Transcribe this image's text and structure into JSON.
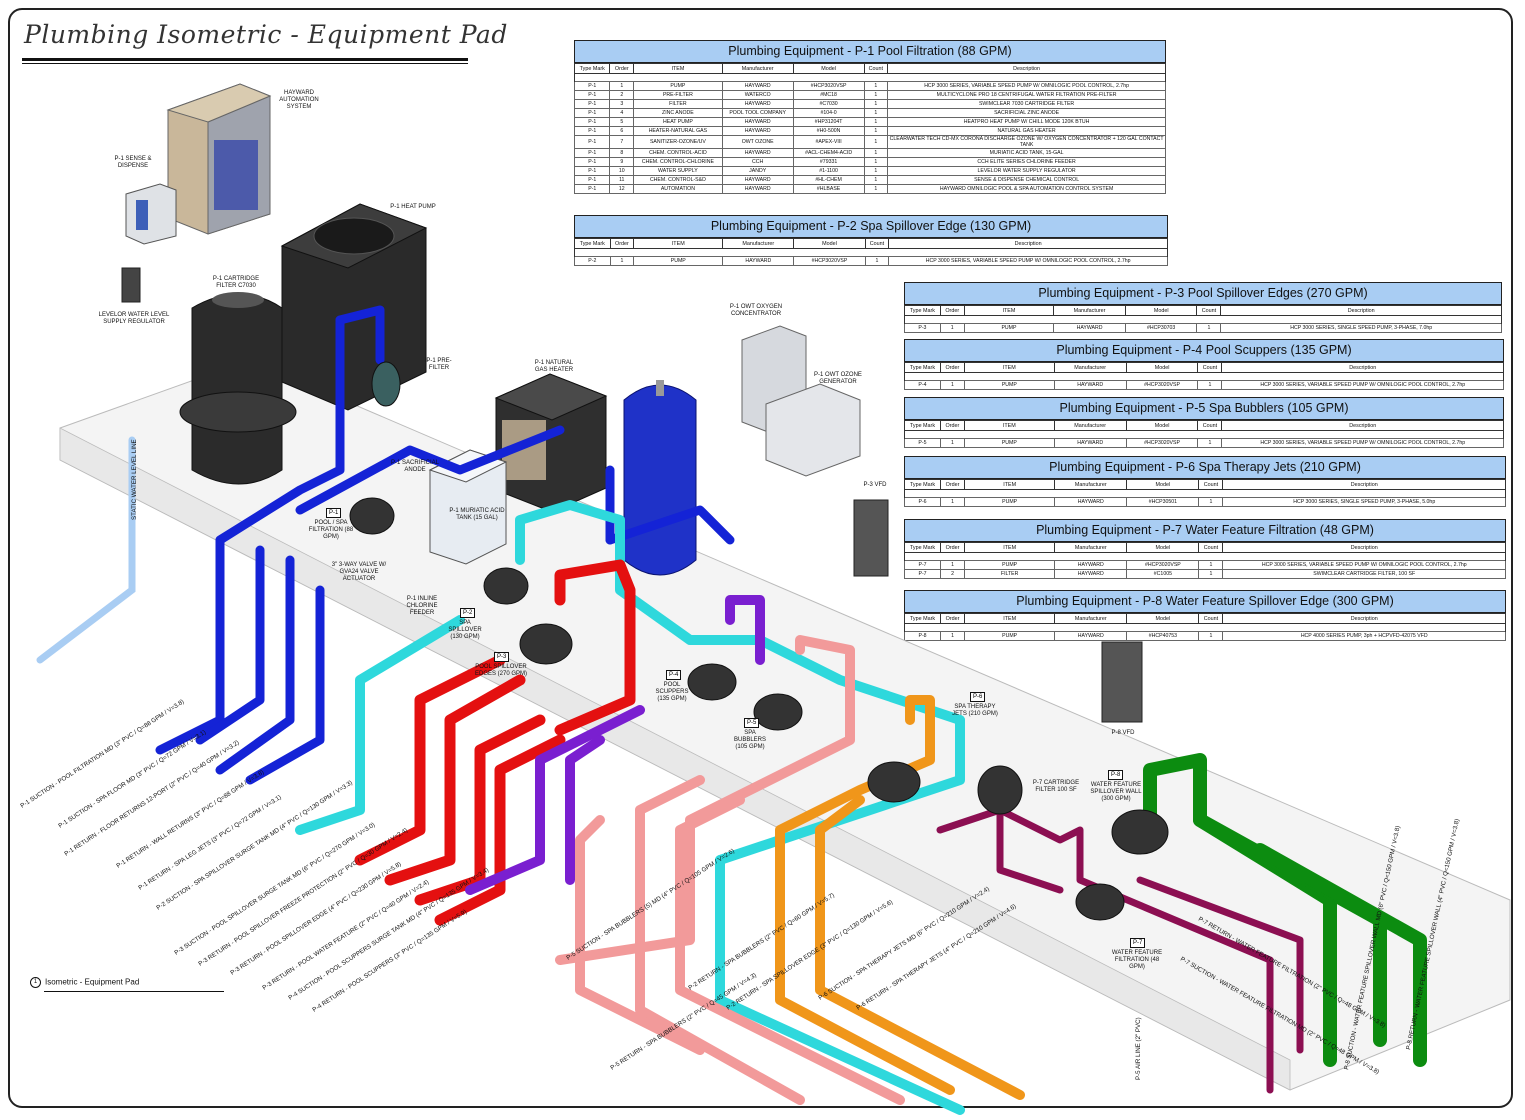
{
  "title": "Plumbing Isometric - Equipment Pad",
  "view_callout": "Isometric - Equipment Pad",
  "column_headers": [
    "Type Mark",
    "Order",
    "ITEM",
    "Manufacturer",
    "Model",
    "Count",
    "Description"
  ],
  "schedules": [
    {
      "title": "Plumbing Equipment - P-1 Pool Filtration (88 GPM)",
      "rows": [
        [
          "P-1",
          "1",
          "PUMP",
          "HAYWARD",
          "#HCP3020VSP",
          "1",
          "HCP 3000 SERIES, VARIABLE SPEED PUMP W/ OMNILOGIC POOL CONTROL, 2.7hp"
        ],
        [
          "P-1",
          "2",
          "PRE-FILTER",
          "WATERCO",
          "#MC18",
          "1",
          "MULTICYCLONE PRO 18 CENTRIFUGAL WATER FILTRATION PRE-FILTER"
        ],
        [
          "P-1",
          "3",
          "FILTER",
          "HAYWARD",
          "#C7030",
          "1",
          "SWIMCLEAR 7030 CARTRIDGE FILTER"
        ],
        [
          "P-1",
          "4",
          "ZINC ANODE",
          "POOL TOOL COMPANY",
          "#104-0",
          "1",
          "SACRIFICIAL ZINC ANODE"
        ],
        [
          "P-1",
          "5",
          "HEAT PUMP",
          "HAYWARD",
          "#HP31204T",
          "1",
          "HEATPRO HEAT PUMP W/ CHILL MODE 120K BTUH"
        ],
        [
          "P-1",
          "6",
          "HEATER-NATURAL GAS",
          "HAYWARD",
          "#H0-500N",
          "1",
          "NATURAL GAS HEATER"
        ],
        [
          "P-1",
          "7",
          "SANITIZER-OZONE/UV",
          "OWT OZONE",
          "#APEX-VIII",
          "1",
          "CLEARWATER TECH CD-MX CORONA DISCHARGE OZONE W/ OXYGEN CONCENTRATOR + 120 GAL CONTACT TANK"
        ],
        [
          "P-1",
          "8",
          "CHEM. CONTROL-ACID",
          "HAYWARD",
          "#ACL-CHEM4-ACID",
          "1",
          "MURIATIC ACID TANK, 15-GAL"
        ],
        [
          "P-1",
          "9",
          "CHEM. CONTROL-CHLORINE",
          "CCH",
          "#79331",
          "1",
          "CCH ELITE SERIES CHLORINE FEEDER"
        ],
        [
          "P-1",
          "10",
          "WATER SUPPLY",
          "JANDY",
          "#1-1100",
          "1",
          "LEVELOR WATER SUPPLY REGULATOR"
        ],
        [
          "P-1",
          "11",
          "CHEM. CONTROL-S&D",
          "HAYWARD",
          "#HL-CHEM",
          "1",
          "SENSE & DISPENSE CHEMICAL CONTROL"
        ],
        [
          "P-1",
          "12",
          "AUTOMATION",
          "HAYWARD",
          "#HLBASE",
          "1",
          "HAYWARD OMNILOGIC POOL & SPA AUTOMATION CONTROL SYSTEM"
        ]
      ]
    },
    {
      "title": "Plumbing Equipment - P-2 Spa Spillover Edge (130 GPM)",
      "rows": [
        [
          "P-2",
          "1",
          "PUMP",
          "HAYWARD",
          "#HCP3020VSP",
          "1",
          "HCP 3000 SERIES, VARIABLE SPEED PUMP W/ OMNILOGIC POOL CONTROL, 2.7hp"
        ]
      ]
    },
    {
      "title": "Plumbing Equipment - P-3 Pool Spillover Edges (270 GPM)",
      "rows": [
        [
          "P-3",
          "1",
          "PUMP",
          "HAYWARD",
          "#HCP30703",
          "1",
          "HCP 3000 SERIES, SINGLE SPEED PUMP, 3-PHASE, 7.0hp"
        ]
      ]
    },
    {
      "title": "Plumbing Equipment - P-4 Pool Scuppers (135 GPM)",
      "rows": [
        [
          "P-4",
          "1",
          "PUMP",
          "HAYWARD",
          "#HCP3020VSP",
          "1",
          "HCP 3000 SERIES, VARIABLE SPEED PUMP W/ OMNILOGIC POOL CONTROL, 2.7hp"
        ]
      ]
    },
    {
      "title": "Plumbing Equipment - P-5 Spa Bubblers (105 GPM)",
      "rows": [
        [
          "P-5",
          "1",
          "PUMP",
          "HAYWARD",
          "#HCP3020VSP",
          "1",
          "HCP 3000 SERIES, VARIABLE SPEED PUMP W/ OMNILOGIC POOL CONTROL, 2.7hp"
        ]
      ]
    },
    {
      "title": "Plumbing Equipment - P-6 Spa Therapy Jets (210 GPM)",
      "rows": [
        [
          "P-6",
          "1",
          "PUMP",
          "HAYWARD",
          "#HCP30501",
          "1",
          "HCP 3000 SERIES, SINGLE SPEED PUMP, 3-PHASE, 5.0hp"
        ]
      ]
    },
    {
      "title": "Plumbing Equipment - P-7 Water Feature Filtration (48 GPM)",
      "rows": [
        [
          "P-7",
          "1",
          "PUMP",
          "HAYWARD",
          "#HCP3020VSP",
          "1",
          "HCP 3000 SERIES, VARIABLE SPEED PUMP W/ OMNILOGIC POOL CONTROL, 2.7hp"
        ],
        [
          "P-7",
          "2",
          "FILTER",
          "HAYWARD",
          "#C1005",
          "1",
          "SWIMCLEAR CARTRIDGE FILTER, 100 SF"
        ]
      ]
    },
    {
      "title": "Plumbing Equipment - P-8 Water Feature Spillover Edge (300 GPM)",
      "rows": [
        [
          "P-8",
          "1",
          "PUMP",
          "HAYWARD",
          "#HCP40753",
          "1",
          "HCP 4000 SERIES PUMP, 3ph + HCPVFD-42075 VFD"
        ]
      ]
    }
  ],
  "equipment_labels": {
    "automation": "HAYWARD AUTOMATION SYSTEM",
    "sense_dispense": "P-1 SENSE & DISPENSE",
    "levelor": "LEVELOR WATER LEVEL SUPPLY REGULATOR",
    "cart_filter": "P-1 CARTRIDGE FILTER C7030",
    "heat_pump": "P-1 HEAT PUMP",
    "pre_filter": "P-1 PRE-FILTER",
    "gas_heater": "P-1 NATURAL GAS HEATER",
    "oxygen": "P-1 OWT OXYGEN CONCENTRATOR",
    "ozone": "P-1 OWT OZONE GENERATOR",
    "anode": "P-1 SACRIFICIAL ANODE",
    "acid_tank": "P-1 MURIATIC ACID TANK (15 GAL)",
    "pool_spa_filt": "POOL / SPA FILTRATION (88 GPM)",
    "valve": "3\" 3-WAY VALVE W/ GVA24 VALVE ACTUATOR",
    "chlorine": "P-1 INLINE CHLORINE FEEDER",
    "spa_spill": "SPA SPILLOVER (130 GPM)",
    "pool_spill": "POOL SPILLOVER EDGES (270 GPM)",
    "scuppers": "POOL SCUPPERS (135 GPM)",
    "bubblers": "SPA BUBBLERS (105 GPM)",
    "therapy": "SPA THERAPY JETS (210 GPM)",
    "p7_filter": "P-7 CARTRIDGE FILTER 100 SF",
    "wf_spill": "WATER FEATURE SPILLOVER WALL (300 GPM)",
    "wf_filt": "WATER FEATURE FILTRATION (48 GPM)",
    "p3_vfd": "P-3 VFD",
    "p8_vfd": "P-8 VFD",
    "static": "STATIC WATER LEVEL LINE",
    "air_line": "P-5 AIR LINE (2\" PVC)"
  },
  "tags": [
    "P-1",
    "P-2",
    "P-3",
    "P-4",
    "P-5",
    "P-6",
    "P-7",
    "P-8"
  ],
  "pipe_labels": [
    "P-1 SUCTION - POOL FILTRATION MD (3\" PVC / Q=88 GPM / V=3.8)",
    "P-1 SUCTION - SPA FLOOR MD (3\" PVC / Q=72 GPM / V=3.1)",
    "P-1 RETURN - FLOOR RETURNS 12-PORT (2\" PVC / Q=40 GPM / V=3.2)",
    "P-1 RETURN - WALL RETURNS (3\" PVC / Q=88 GPM / V=3.8)",
    "P-1 RETURN - SPA LEG JETS (3\" PVC / Q=72 GPM / V=3.1)",
    "P-2 SUCTION - SPA SPILLOVER SURGE TANK MD (4\" PVC / Q=130 GPM / V=3.3)",
    "P-3 SUCTION - POOL SPILLOVER SURGE TANK MD (6\" PVC / Q=270 GPM / V=3.0)",
    "P-3 RETURN - POOL SPILLOVER FREEZE PROTECTION (2\" PVC / Q=30 GPM / V=2.4)",
    "P-3 RETURN - POOL SPILLOVER EDGE (4\" PVC / Q=230 GPM / V=5.8)",
    "P-3 RETURN - POOL WATER FEATURE (2\" PVC / Q=40 GPM / V=2.4)",
    "P-4 SUCTION - POOL SCUPPERS SURGE TANK MD (4\" PVC / Q=135 GPM / V=3.4)",
    "P-4 RETURN - POOL SCUPPERS (3\" PVC / Q=135 GPM / V=5.9)",
    "P-5 SUCTION - SPA BUBBLERS (5) MD (4\" PVC / Q=105 GPM / V=2.6)",
    "P-5 RETURN - SPA BUBBLERS (2\" PVC / Q=45 GPM / V=4.3)",
    "P-2 RETURN - SPA BUBBLERS (2\" PVC / Q=60 GPM / V=5.7)",
    "P-2 RETURN - SPA SPILLOVER EDGE (3\" PVC / Q=130 GPM / V=5.6)",
    "P-6 SUCTION - SPA THERAPY JETS MD (6\" PVC / Q=210 GPM / V=2.4)",
    "P-6 RETURN - SPA THERAPY JETS (4\" PVC / Q=210 GPM / V=4.6)",
    "P-7 RETURN - WATER FEATURE FILTRATION (2\" PVC / Q=48 GPM / V=3.8)",
    "P-7 SUCTION - WATER FEATURE FILTRATION MD (2\" PVC / Q=48 GPM / V=3.8)",
    "P-8 SUCTION - WATER FEATURE SPILLOVER WALL MD (6\" PVC / Q=150 GPM / V=3.8)",
    "P-8 RETURN - WATER FEATURE SPILLOVER WALL (4\" PVC / Q=150 GPM / V=3.8)"
  ],
  "colors": {
    "blue": "#1423d6",
    "cyan": "#2ed8dc",
    "red": "#e41010",
    "purple": "#7a1fd0",
    "pink": "#f29a9a",
    "orange": "#f0961a",
    "magenta": "#8c0f52",
    "green": "#0c8c10",
    "light_blue": "#a9cdf3",
    "header": "#a9cdf3"
  }
}
